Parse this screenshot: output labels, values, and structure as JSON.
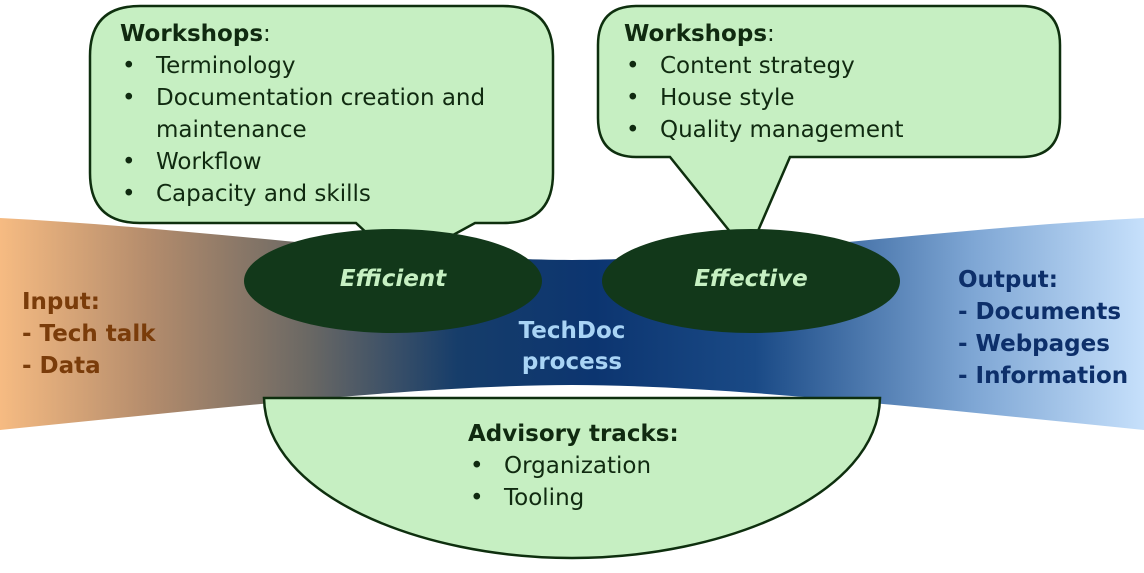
{
  "left_bubble": {
    "heading": "Workshops",
    "heading_suffix": ":",
    "items": [
      "Terminology",
      "Documentation creation and",
      "maintenance"
    ],
    "sub_items": [
      "Workflow",
      "Capacity and skills"
    ]
  },
  "right_bubble": {
    "heading": "Workshops",
    "heading_suffix": ":",
    "items": [
      "Content strategy",
      "House style",
      "Quality management"
    ]
  },
  "ovals": {
    "efficient": "Efficient",
    "effective": "Effective"
  },
  "process": {
    "line1": "TechDoc",
    "line2": "process"
  },
  "input": {
    "title": "Input:",
    "items": [
      "- Tech talk",
      "- Data"
    ]
  },
  "output": {
    "title": "Output:",
    "items": [
      "- Documents",
      "- Webpages",
      "- Information"
    ]
  },
  "advisory": {
    "title": "Advisory tracks:",
    "items": [
      "Organization",
      "Tooling"
    ]
  },
  "colors": {
    "bubble_fill": "#c6efc2",
    "bubble_stroke": "#0e2f0e",
    "oval_fill": "#12381a",
    "input_color": "#7a3c0a",
    "output_color": "#0d2f6a",
    "process_color": "#a9d4f5"
  }
}
